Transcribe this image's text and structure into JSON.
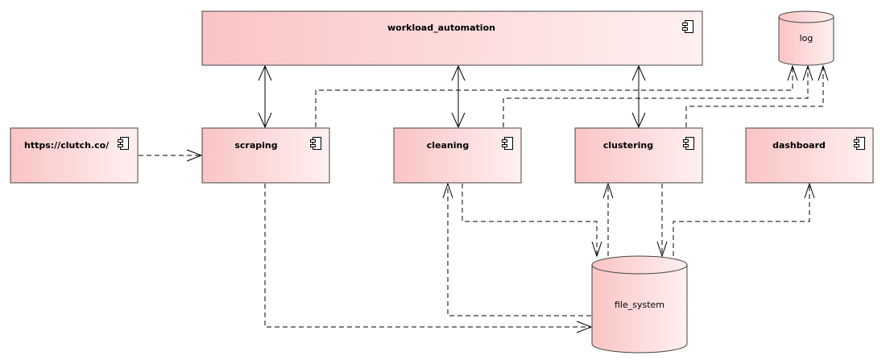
{
  "diagram": {
    "components": {
      "workload_automation": "workload_automation",
      "source": "https://clutch.co/",
      "scraping": "scraping",
      "cleaning": "cleaning",
      "clustering": "clustering",
      "dashboard": "dashboard"
    },
    "stores": {
      "log": "log",
      "file_system": "file_system"
    },
    "icons": {
      "component": "uml-component-icon",
      "store": "datastore-cylinder-icon"
    },
    "colors": {
      "fill_start": "#fac8c8",
      "fill_end": "#fff0f0",
      "border": "#444444",
      "line": "#000000"
    }
  }
}
